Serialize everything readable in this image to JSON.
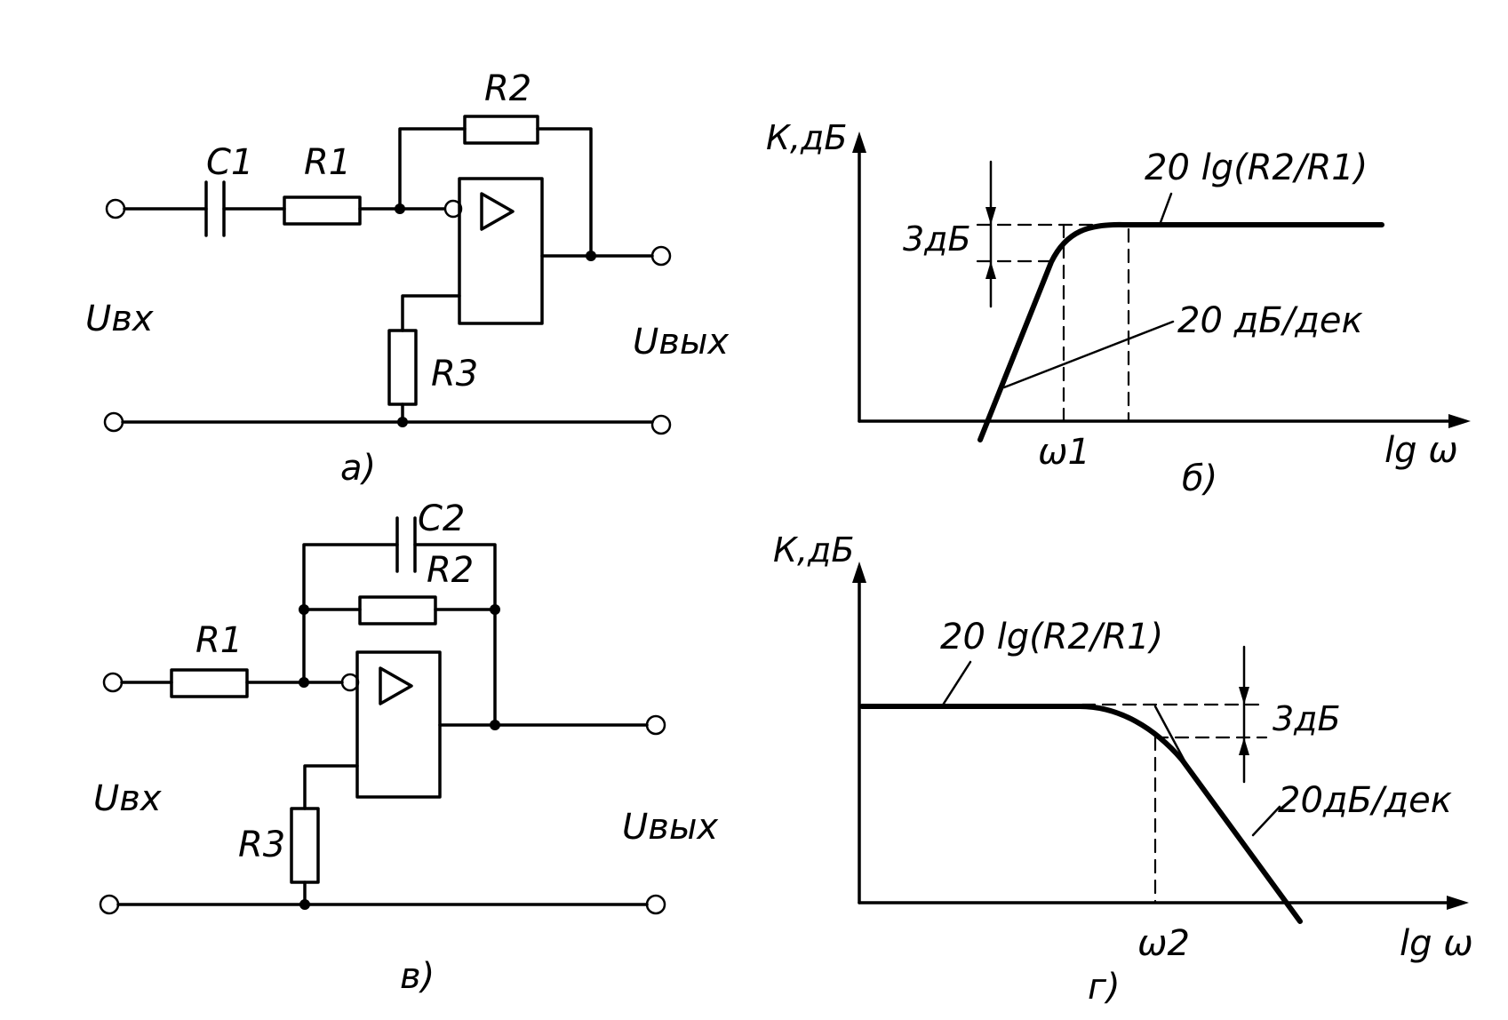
{
  "panel_a": {
    "caption": "а)",
    "c1": "C1",
    "r1": "R1",
    "r2": "R2",
    "r3": "R3",
    "uin": "Uвх",
    "uout": "Uвых"
  },
  "panel_b": {
    "caption": "б)",
    "y_axis": "К,дБ",
    "x_axis": "lg ω",
    "level": "20 lg(R2/R1)",
    "db3": "3дБ",
    "slope": "20 дБ/дек",
    "omega": "ω1"
  },
  "panel_v": {
    "caption": "в)",
    "c2": "C2",
    "r1": "R1",
    "r2": "R2",
    "r3": "R3",
    "uin": "Uвх",
    "uout": "Uвых"
  },
  "panel_g": {
    "caption": "г)",
    "y_axis": "К,дБ",
    "x_axis": "lg ω",
    "level": "20 lg(R2/R1)",
    "db3": "3дБ",
    "slope": "20дБ/дек",
    "omega": "ω2"
  }
}
